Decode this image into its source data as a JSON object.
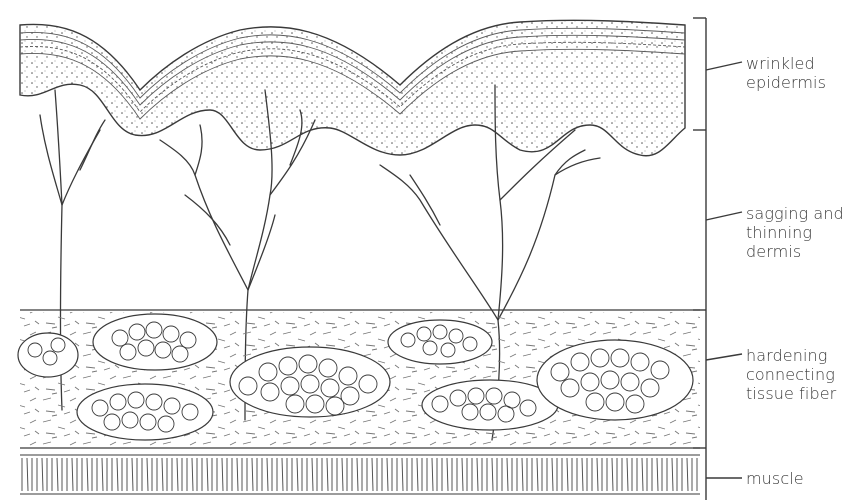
{
  "labels": {
    "epidermis": "wrinkled\nepidermis",
    "dermis": "sagging and\nthinning\ndermis",
    "fiber": "hardening\nconnecting\ntissue fiber",
    "muscle": "muscle"
  },
  "colors": {
    "ink": "#3a3a3a",
    "background": "#ffffff"
  }
}
